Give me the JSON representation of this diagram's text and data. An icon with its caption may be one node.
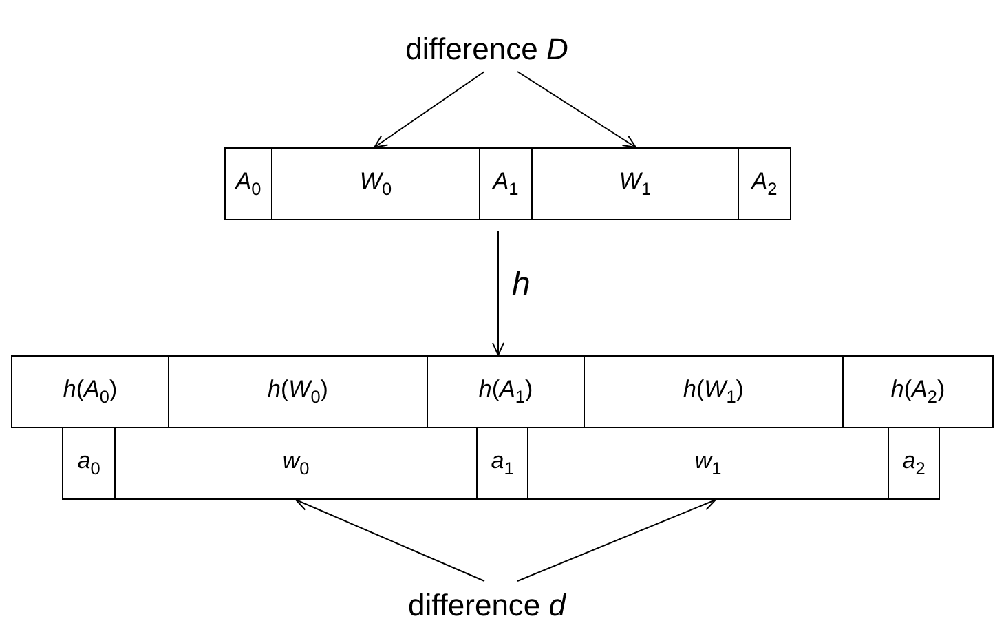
{
  "diagram": {
    "nodes": [
      {
        "text": [
          "difference *D⃗*"
        ]
      },
      {
        "text": [
          "*A*$_{0}$"
        ]
      },
      {
        "text": [
          "*W*$_{0}$"
        ]
      },
      {
        "text": [
          "*A*$_{1}$"
        ]
      },
      {
        "text": [
          "*W*$_{1}$"
        ]
      },
      {
        "text": [
          "*A*$_{2}$"
        ]
      },
      {
        "text": [
          "*h*(*A*$_{0}$)"
        ]
      },
      {
        "text": [
          "*h*(*W*$_{0}$)"
        ]
      },
      {
        "text": [
          "*h*(*A*$_{1}$)"
        ]
      },
      {
        "text": [
          "*h*(*W*$_{1}$)"
        ]
      },
      {
        "text": [
          "*h*(*A*$_{2}$)"
        ]
      },
      {
        "text": [
          "*a*$_{0}$"
        ]
      },
      {
        "text": [
          "*w*$_{0}$"
        ]
      },
      {
        "text": [
          "*a*$_{1}$"
        ]
      },
      {
        "text": [
          "*w*$_{1}$"
        ]
      },
      {
        "text": [
          "*a*$_{2}$"
        ]
      },
      {
        "text": [
          "difference *d⃗*"
        ]
      }
    ],
    "edges": [
      {
        "from": 0,
        "to": 2,
        "arrow": "to"
      },
      {
        "from": 0,
        "to": 4,
        "arrow": "to"
      },
      {
        "from": 3,
        "to": 8,
        "arrow": "to",
        "label": "*h*"
      },
      {
        "from": 16,
        "to": 12,
        "arrow": "to"
      },
      {
        "from": 16,
        "to": 14,
        "arrow": "to"
      }
    ]
  }
}
